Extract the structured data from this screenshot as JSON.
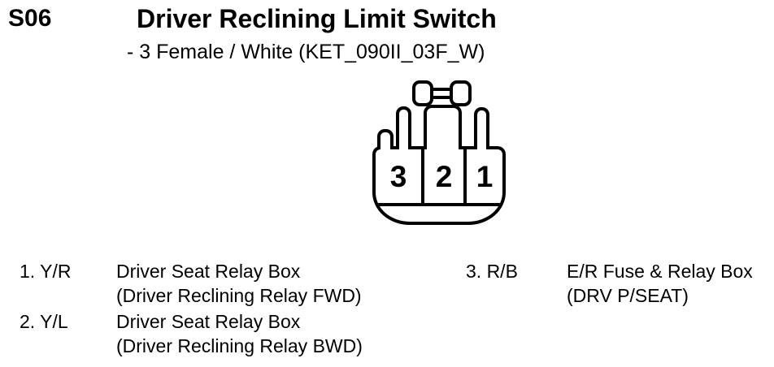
{
  "colors": {
    "ink": "#000000",
    "paper": "#ffffff"
  },
  "header": {
    "connector_id": "S06",
    "title": "Driver Reclining Limit Switch",
    "subtitle": "- 3 Female / White (KET_090II_03F_W)"
  },
  "connector": {
    "cavity_numbers": [
      "3",
      "2",
      "1"
    ]
  },
  "pins": {
    "left": [
      {
        "label": "1. Y/R",
        "destination": "Driver Seat Relay Box",
        "detail": "(Driver Reclining Relay FWD)"
      },
      {
        "label": "2. Y/L",
        "destination": "Driver Seat Relay Box",
        "detail": "(Driver Reclining Relay BWD)"
      }
    ],
    "right": [
      {
        "label": "3. R/B",
        "destination": "E/R Fuse & Relay Box",
        "detail": "(DRV P/SEAT)"
      }
    ]
  }
}
